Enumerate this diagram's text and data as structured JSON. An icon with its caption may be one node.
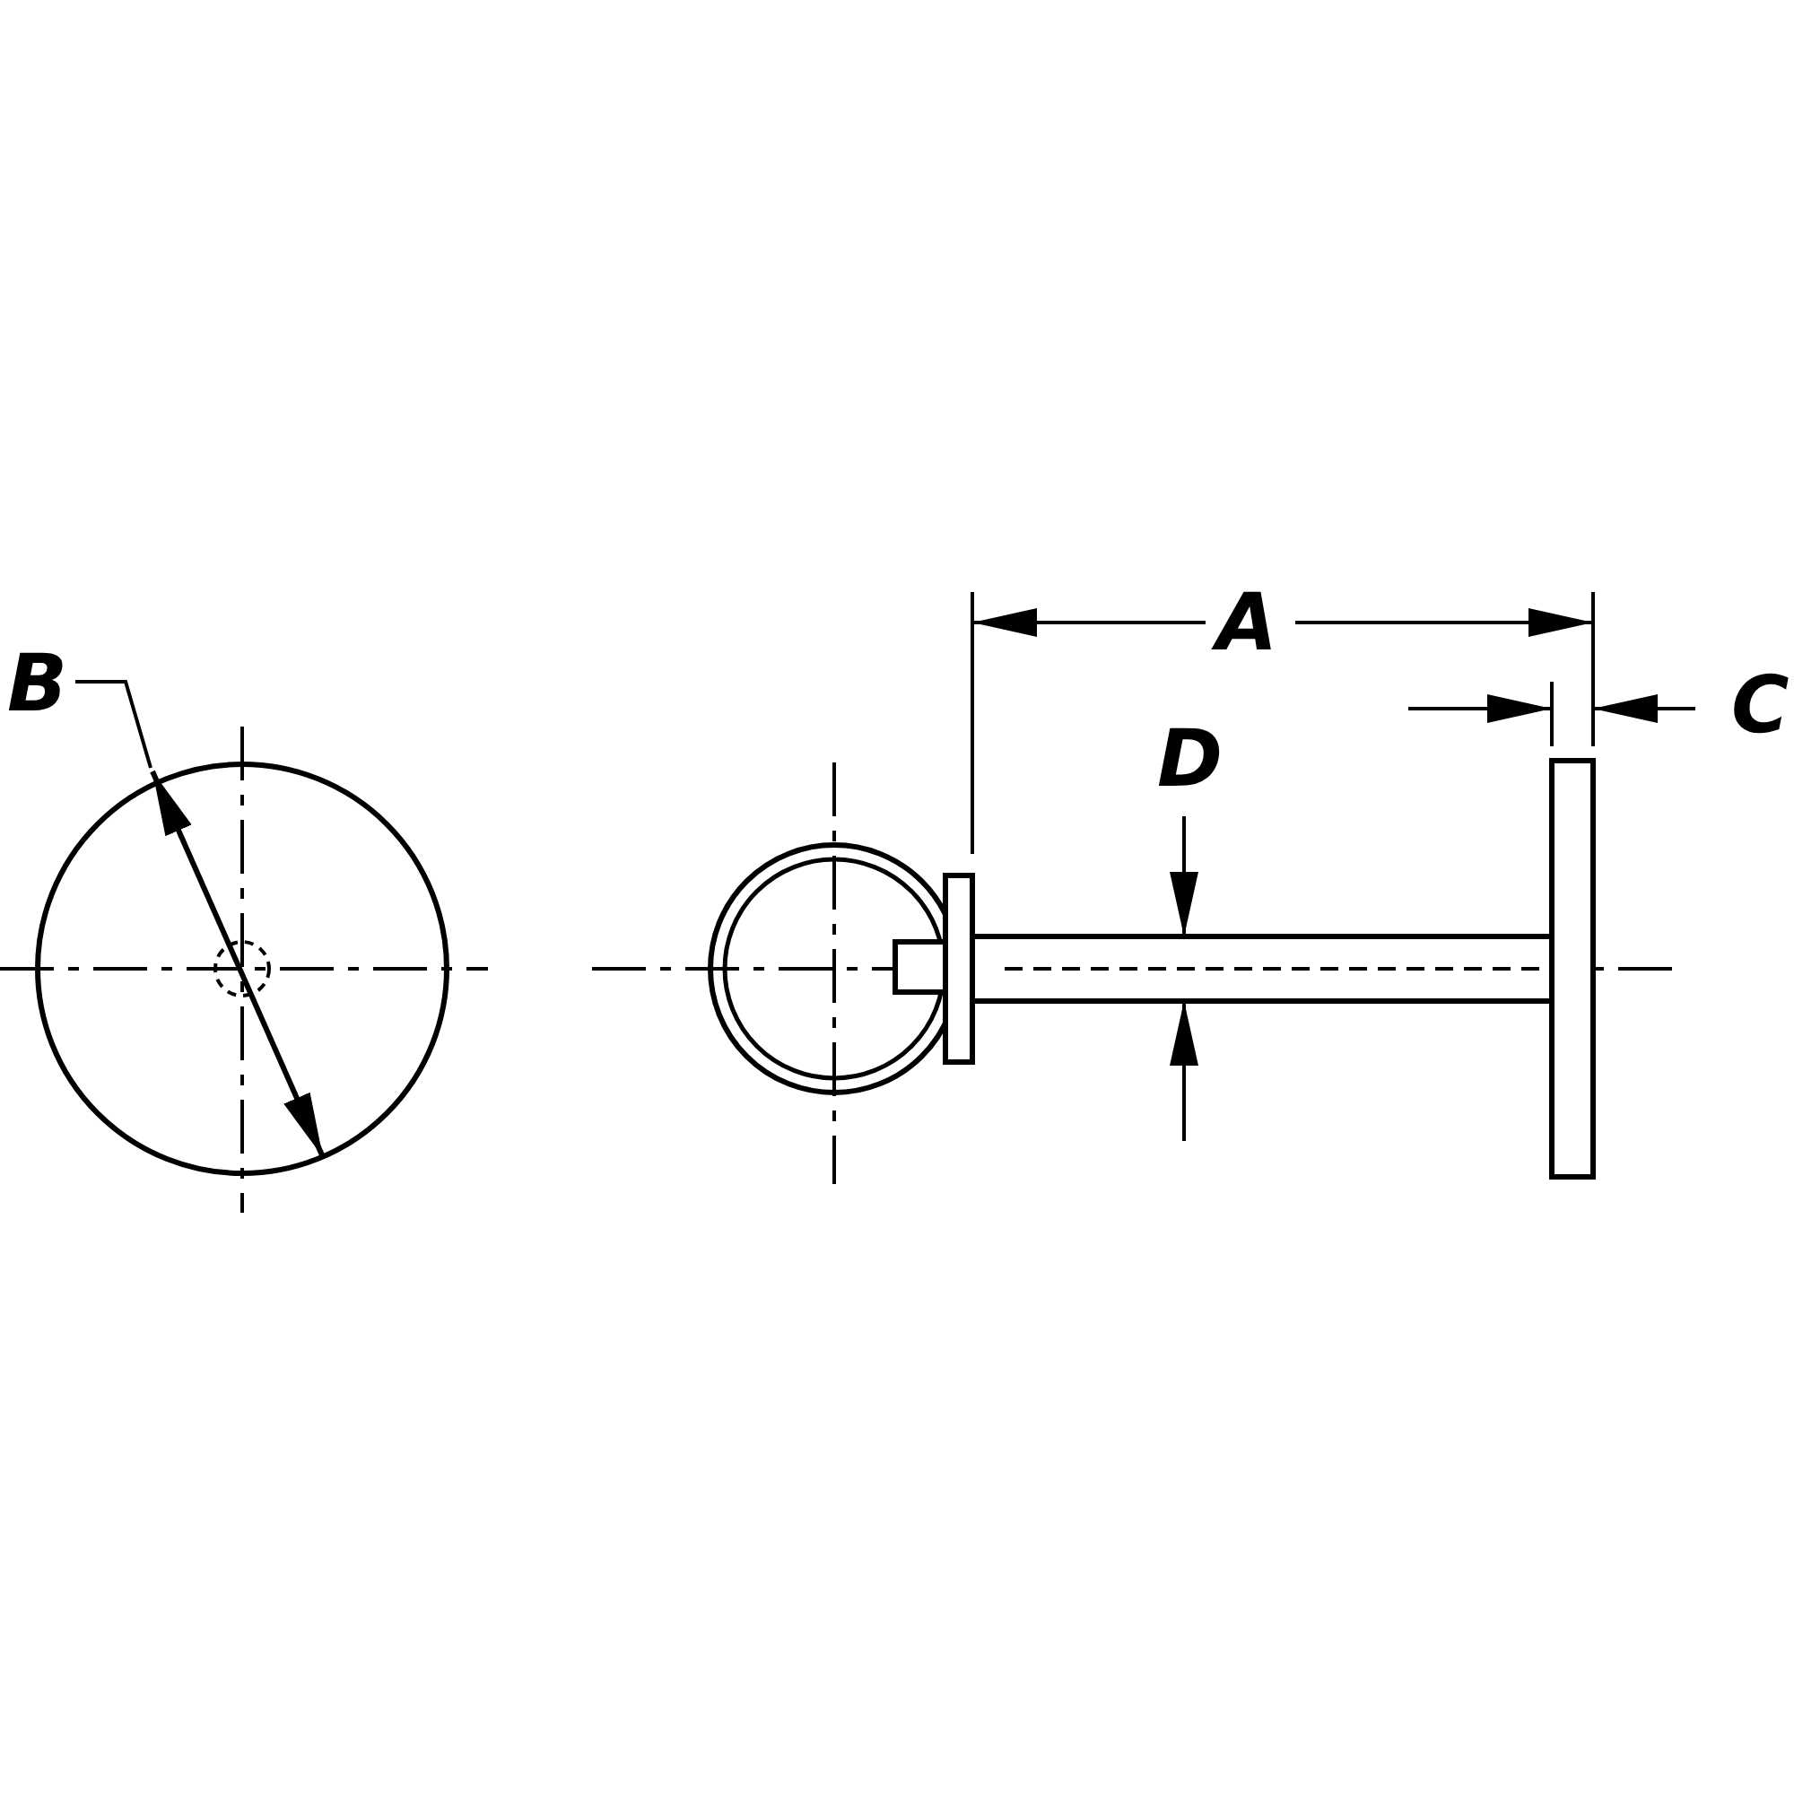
{
  "diagram": {
    "labels": [
      "B",
      "A",
      "D",
      "C"
    ]
  }
}
